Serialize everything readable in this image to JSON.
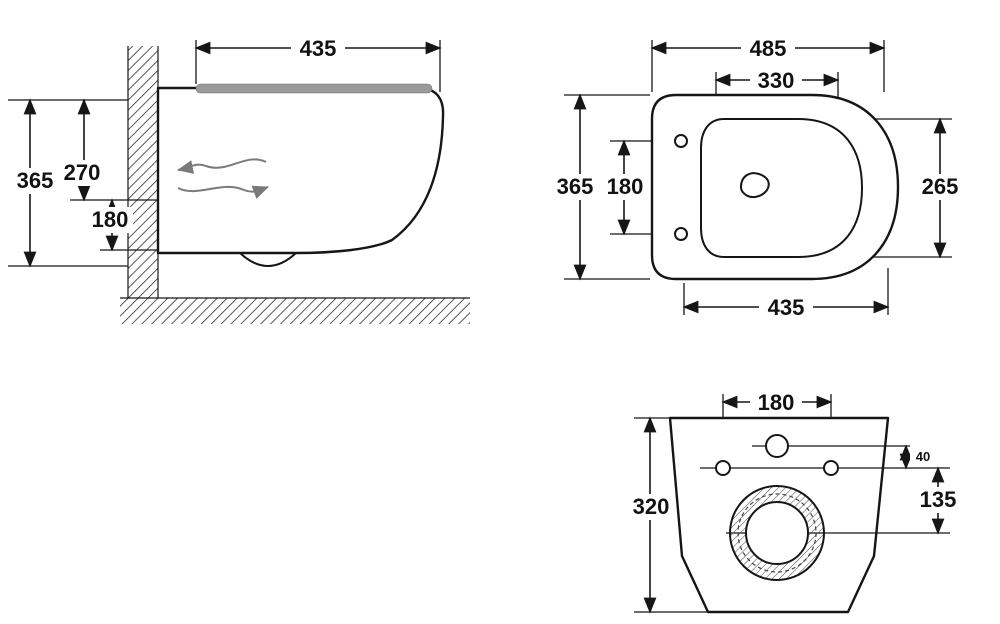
{
  "page": {
    "background": "#ffffff",
    "line_color": "#161616",
    "seat_lid_color": "#9a9a9a",
    "flow_arrow_color": "#7a7a7a"
  },
  "diagram": {
    "type": "technical-drawing",
    "views": {
      "side": {
        "dims": {
          "top_width": "435",
          "height_total": "365",
          "height_mid": "270",
          "height_low": "180"
        }
      },
      "top": {
        "dims": {
          "overall_length": "485",
          "inner_length": "330",
          "overall_width": "365",
          "hole_spacing": "180",
          "bowl_width": "265",
          "body_length": "435"
        }
      },
      "rear": {
        "dims": {
          "hole_spacing": "180",
          "height": "320",
          "outlet_height": "135",
          "inlet_offset": "40"
        }
      }
    }
  }
}
